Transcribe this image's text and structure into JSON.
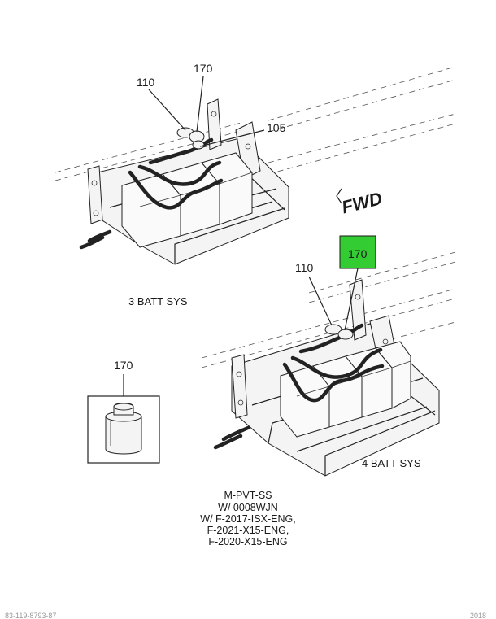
{
  "callouts": {
    "top_110": "110",
    "top_170": "170",
    "top_105": "105",
    "bottom_110": "110",
    "bottom_170": "170",
    "detail_170": "170"
  },
  "captions": {
    "three_batt": "3 BATT SYS",
    "four_batt": "4 BATT SYS",
    "fwd": "FWD"
  },
  "notes": [
    "M-PVT-SS",
    "W/ 0008WJN",
    "W/ F-2017-ISX-ENG,",
    "F-2021-X15-ENG,",
    "F-2020-X15-ENG"
  ],
  "footer": {
    "left": "83-119-8793-87",
    "right": "2018"
  },
  "colors": {
    "highlight_fill": "#33cc33",
    "highlight_border": "#1a1a1a",
    "line": "#222222"
  }
}
